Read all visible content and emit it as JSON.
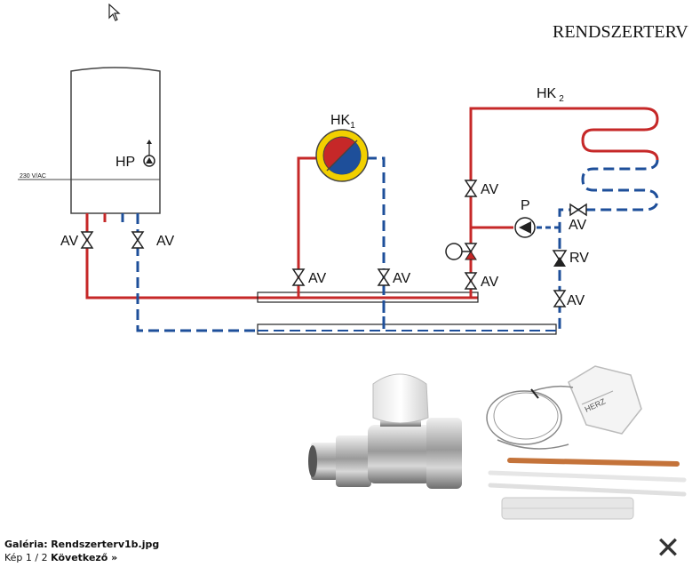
{
  "diagram": {
    "title": "RENDSZERTERV",
    "voltage": "230 V/AC",
    "labels": {
      "hp": "HP",
      "hk1": "HK",
      "hk1_sub": "1",
      "hk2": "HK",
      "hk2_sub": "2",
      "pump": "P",
      "rv": "RV",
      "av": "AV"
    }
  },
  "gallery": {
    "label": "Galéria:",
    "filename": "Rendszerterv1b.jpg",
    "page_prefix": "Kép",
    "page_current": "1",
    "page_sep": "/",
    "page_total": "2",
    "next_label": "Következő »"
  },
  "controls": {
    "close_glyph": "✕"
  },
  "colors": {
    "supply": "#c62828",
    "return": "#1e4f9a"
  }
}
